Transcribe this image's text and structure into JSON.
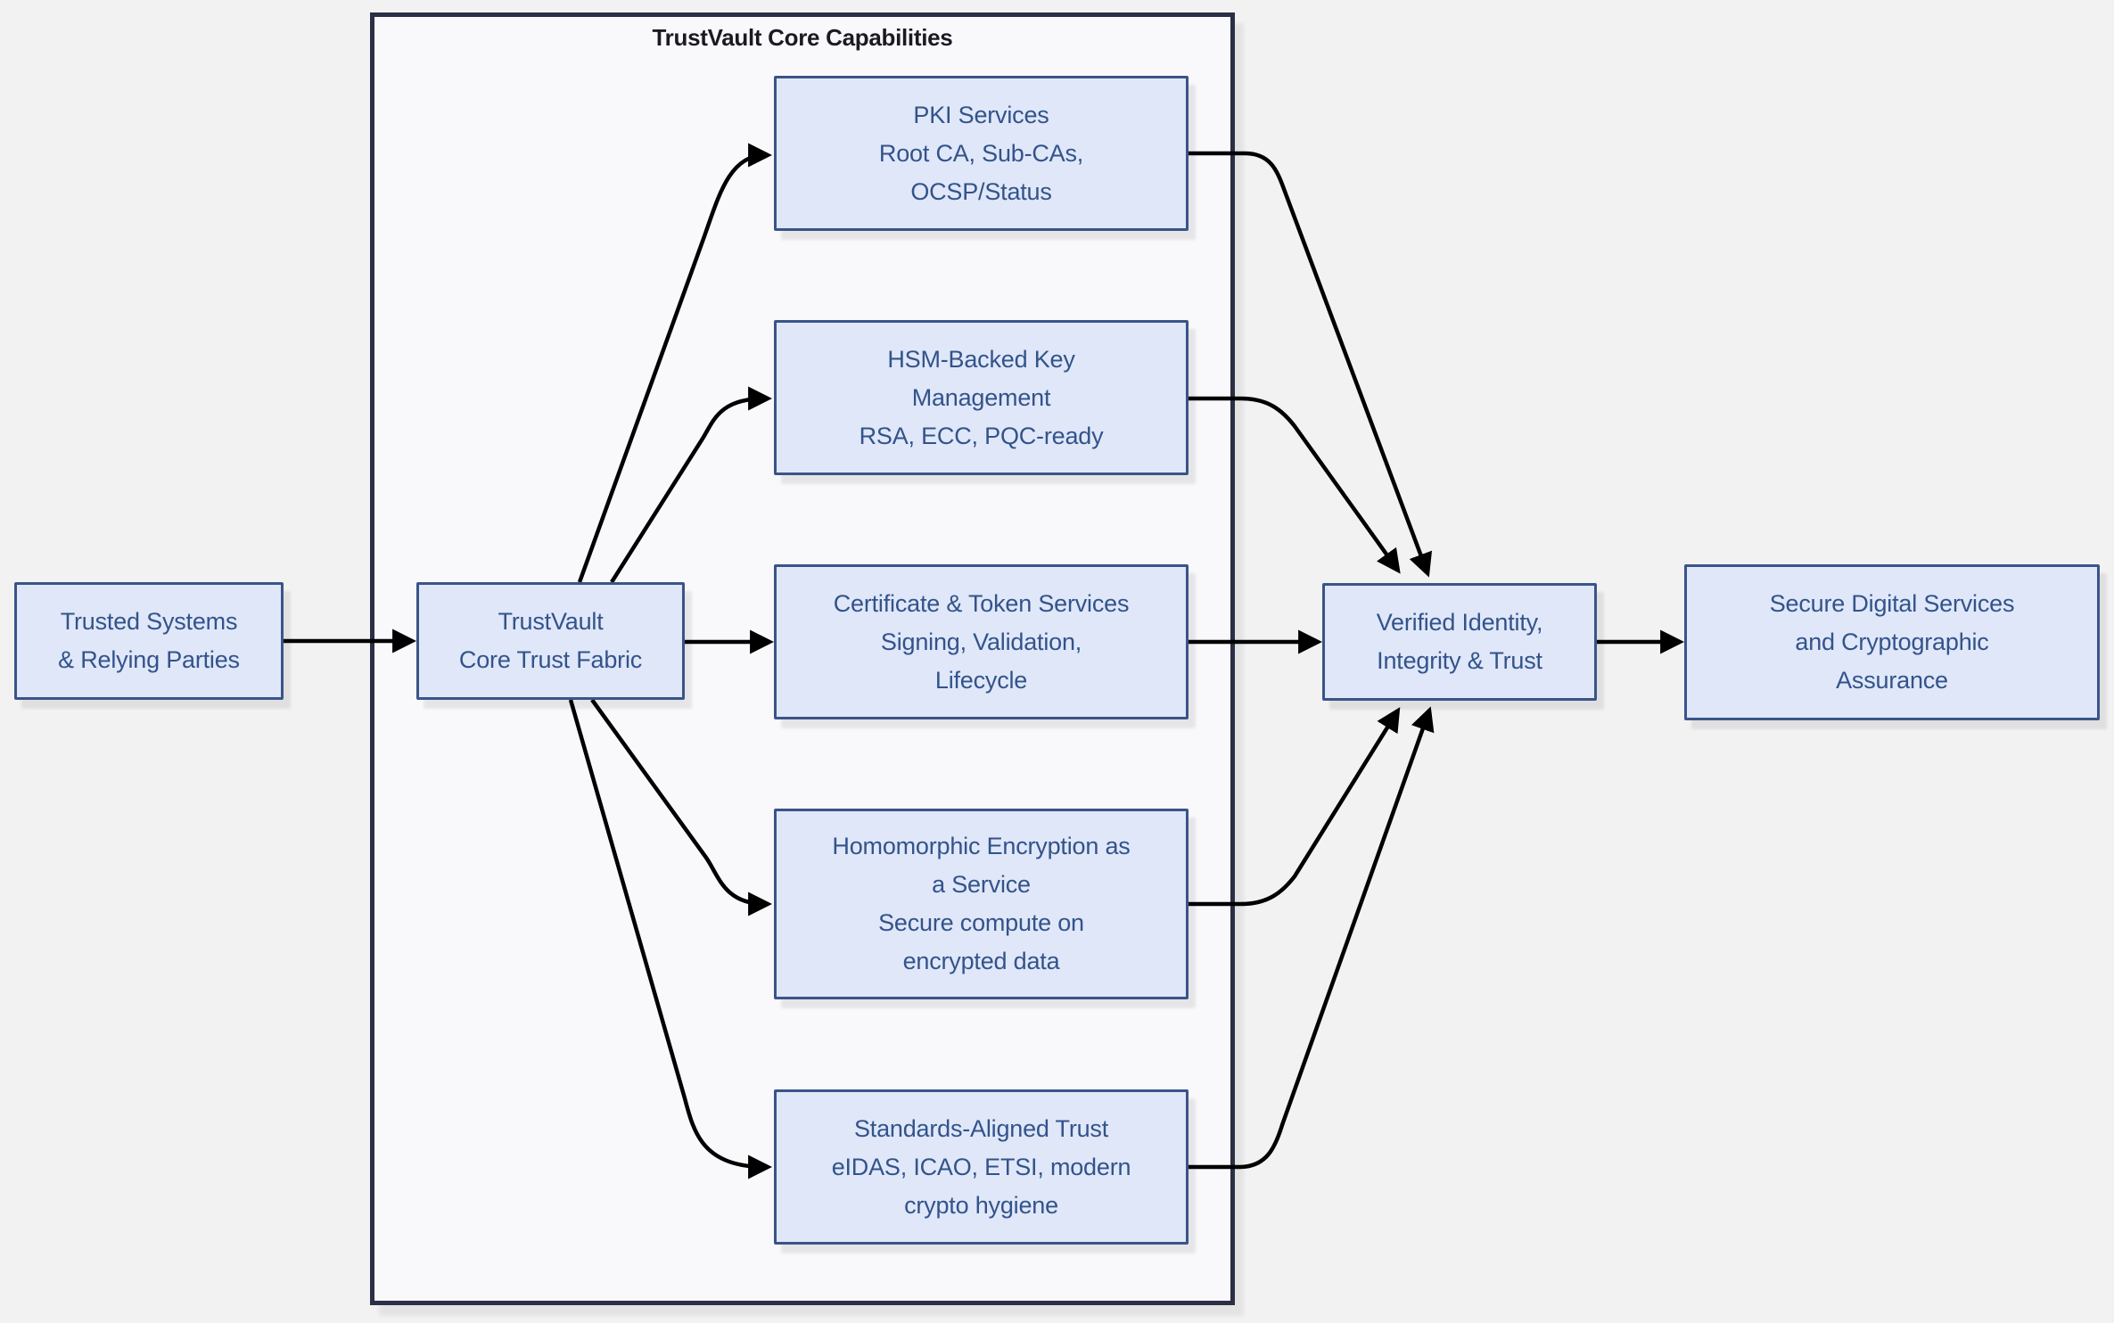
{
  "diagram": {
    "container": {
      "title": "TrustVault Core Capabilities"
    },
    "nodes": {
      "trusted": {
        "lines": [
          "Trusted Systems",
          "& Relying Parties"
        ]
      },
      "fabric": {
        "lines": [
          "TrustVault",
          "Core Trust Fabric"
        ]
      },
      "pki": {
        "lines": [
          "PKI Services",
          "Root CA, Sub-CAs,",
          "OCSP/Status"
        ]
      },
      "hsm": {
        "lines": [
          "HSM-Backed Key",
          "Management",
          "RSA, ECC, PQC-ready"
        ]
      },
      "cert": {
        "lines": [
          "Certificate & Token Services",
          "Signing, Validation,",
          "Lifecycle"
        ]
      },
      "hom": {
        "lines": [
          "Homomorphic Encryption as",
          "a Service",
          "Secure compute on",
          "encrypted data"
        ]
      },
      "std": {
        "lines": [
          "Standards-Aligned Trust",
          "eIDAS, ICAO, ETSI, modern",
          "crypto hygiene"
        ]
      },
      "verified": {
        "lines": [
          "Verified Identity,",
          "Integrity & Trust"
        ]
      },
      "secure": {
        "lines": [
          "Secure Digital Services",
          "and Cryptographic",
          "Assurance"
        ]
      }
    },
    "edges": [
      {
        "from": "trusted",
        "to": "fabric"
      },
      {
        "from": "fabric",
        "to": "pki"
      },
      {
        "from": "fabric",
        "to": "hsm"
      },
      {
        "from": "fabric",
        "to": "cert"
      },
      {
        "from": "fabric",
        "to": "hom"
      },
      {
        "from": "fabric",
        "to": "std"
      },
      {
        "from": "pki",
        "to": "verified"
      },
      {
        "from": "hsm",
        "to": "verified"
      },
      {
        "from": "cert",
        "to": "verified"
      },
      {
        "from": "hom",
        "to": "verified"
      },
      {
        "from": "std",
        "to": "verified"
      },
      {
        "from": "verified",
        "to": "secure"
      }
    ],
    "colors": {
      "page_background": "#f2f2f3",
      "container_fill": "#f9f9fb",
      "container_border": "#2b2f45",
      "node_fill": "#dfe7f9",
      "node_border": "#3a5488",
      "node_text": "#33538a",
      "edge_color": "#000000",
      "title_color": "#1a1a22"
    }
  }
}
